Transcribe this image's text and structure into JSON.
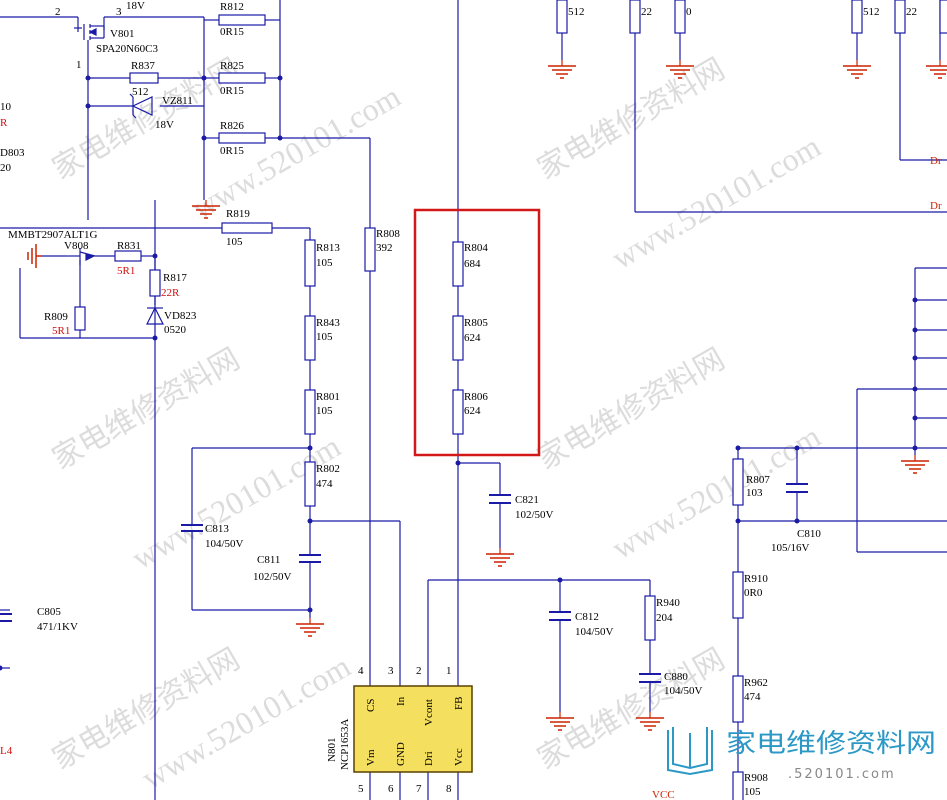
{
  "colors": {
    "wire": "#1a1aa6",
    "label": "#000000",
    "red_value": "#d01010",
    "highlight": "#d21818",
    "ground": "#cc2200",
    "chip_fill": "#f5df5e",
    "watermark": "#dddddd",
    "logo": "#2b98c6"
  },
  "edge_labels": {
    "left_10": "10",
    "left_r": "R",
    "left_d803": "D803",
    "left_20": "20",
    "left_l4": "L4",
    "right_dr1": "Dr",
    "right_dr2": "Dr"
  },
  "top_labels": {
    "pin2": "2",
    "pin3": "3",
    "v18": "18V",
    "pin1": "1",
    "r_512_a": "512",
    "r_22_a": "22",
    "r_0_a": "0",
    "r_512_b": "512",
    "r_22_b": "22"
  },
  "components": {
    "v801": {
      "ref": "V801",
      "part": "SPA20N60C3"
    },
    "r812": {
      "ref": "R812",
      "value": "0R15"
    },
    "r825": {
      "ref": "R825",
      "value": "0R15"
    },
    "r826": {
      "ref": "R826",
      "value": "0R15"
    },
    "r837": {
      "ref": "R837",
      "value": "512"
    },
    "vz811": {
      "ref": "VZ811",
      "value": "18V"
    },
    "r819": {
      "ref": "R819",
      "value": "105"
    },
    "v808": {
      "ref": "V808",
      "part": "MMBT2907ALT1G"
    },
    "r831": {
      "ref": "R831",
      "value": "5R1"
    },
    "r817": {
      "ref": "R817",
      "value": "22R"
    },
    "vd823": {
      "ref": "VD823",
      "value": "0520"
    },
    "r809": {
      "ref": "R809",
      "value": "5R1"
    },
    "r808": {
      "ref": "R808",
      "value": "392"
    },
    "r813": {
      "ref": "R813",
      "value": "105"
    },
    "r843": {
      "ref": "R843",
      "value": "105"
    },
    "r801": {
      "ref": "R801",
      "value": "105"
    },
    "r802": {
      "ref": "R802",
      "value": "474"
    },
    "c813": {
      "ref": "C813",
      "value": "104/50V"
    },
    "c811": {
      "ref": "C811",
      "value": "102/50V"
    },
    "c805": {
      "ref": "C805",
      "value": "471/1KV"
    },
    "r804": {
      "ref": "R804",
      "value": "684"
    },
    "r805": {
      "ref": "R805",
      "value": "624"
    },
    "r806": {
      "ref": "R806",
      "value": "624"
    },
    "c821": {
      "ref": "C821",
      "value": "102/50V"
    },
    "c812": {
      "ref": "C812",
      "value": "104/50V"
    },
    "r940": {
      "ref": "R940",
      "value": "204"
    },
    "c880": {
      "ref": "C880",
      "value": "104/50V"
    },
    "r807": {
      "ref": "R807",
      "value": "103"
    },
    "c810": {
      "ref": "C810",
      "value": "105/16V"
    },
    "r910": {
      "ref": "R910",
      "value": "0R0"
    },
    "r962": {
      "ref": "R962",
      "value": "474"
    },
    "r908": {
      "ref": "R908",
      "value": "105"
    }
  },
  "ic": {
    "ref": "N801",
    "part": "NCP1653A",
    "top_pins": [
      {
        "num": "4",
        "name": "CS"
      },
      {
        "num": "3",
        "name": "In"
      },
      {
        "num": "2",
        "name": "Vcont"
      },
      {
        "num": "1",
        "name": "FB"
      }
    ],
    "bottom_pins": [
      {
        "num": "5",
        "name": "Vm"
      },
      {
        "num": "6",
        "name": "GND"
      },
      {
        "num": "7",
        "name": "Dri"
      },
      {
        "num": "8",
        "name": "Vcc"
      }
    ]
  },
  "net_labels": {
    "vcc": "VCC"
  },
  "watermark": {
    "cn": "家电维修资料网",
    "url": "www.520101.com"
  },
  "logo": {
    "text": "家电维修资料网",
    "url": ".520101.com"
  }
}
